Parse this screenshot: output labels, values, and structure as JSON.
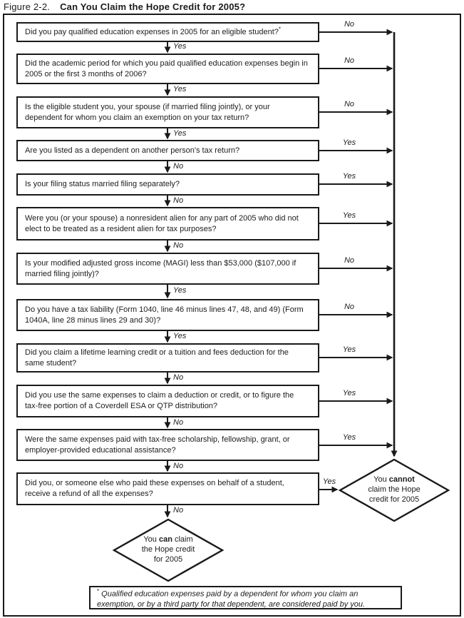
{
  "title": {
    "prefix": "Figure 2-2.",
    "main": "Can You Claim the Hope Credit for 2005?"
  },
  "flowchart": {
    "boxes": [
      {
        "text": "Did you pay qualified education expenses in 2005 for an eligible student?",
        "sup": "*",
        "right_label": "No",
        "down_label": "Yes"
      },
      {
        "text": "Did the academic period for which you paid qualified education expenses begin in 2005 or the first 3 months of 2006?",
        "right_label": "No",
        "down_label": "Yes"
      },
      {
        "text": "Is the eligible student you, your spouse (if married filing jointly), or your dependent for whom you claim an exemption on your tax return?",
        "right_label": "No",
        "down_label": "Yes"
      },
      {
        "text": "Are you listed as a dependent on another person's tax return?",
        "right_label": "Yes",
        "down_label": "No"
      },
      {
        "text": "Is your filing status married filing separately?",
        "right_label": "Yes",
        "down_label": "No"
      },
      {
        "text": "Were you (or your spouse) a nonresident alien for any part of 2005 who did not elect to be treated as a resident alien for tax purposes?",
        "right_label": "Yes",
        "down_label": "No"
      },
      {
        "text": "Is your modified adjusted gross income (MAGI) less than $53,000 ($107,000 if married filing jointly)?",
        "right_label": "No",
        "down_label": "Yes"
      },
      {
        "text": "Do you have a tax liability (Form 1040, line 46 minus lines 47, 48, and 49) (Form 1040A, line 28 minus lines 29 and 30)?",
        "right_label": "No",
        "down_label": "Yes"
      },
      {
        "text": "Did you claim a lifetime learning credit or a tuition and fees deduction for the same student?",
        "right_label": "Yes",
        "down_label": "No"
      },
      {
        "text": "Did you use the same expenses to claim a deduction or credit, or to figure the tax-free portion of a Coverdell ESA or QTP distribution?",
        "right_label": "Yes",
        "down_label": "No"
      },
      {
        "text": "Were the same expenses paid with tax-free scholarship, fellowship, grant, or employer-provided educational assistance?",
        "right_label": "Yes",
        "down_label": "No"
      },
      {
        "text": "Did you, or someone else who paid these expenses on behalf of a student, receive a refund of all the expenses?",
        "right_label": "Yes",
        "down_label": "No"
      }
    ],
    "outcome_positive": {
      "pre": "You ",
      "bold": "can",
      "post": " claim the Hope credit for 2005"
    },
    "outcome_negative": {
      "pre": "You ",
      "bold": "cannot",
      "post": " claim the Hope credit for 2005"
    },
    "footnote": {
      "marker": "*",
      "text": " Qualified education expenses paid by a dependent for whom you claim an exemption, or by a third party for that dependent, are considered paid by you."
    },
    "colors": {
      "ink": "#1a1a1a",
      "background": "#ffffff"
    }
  }
}
